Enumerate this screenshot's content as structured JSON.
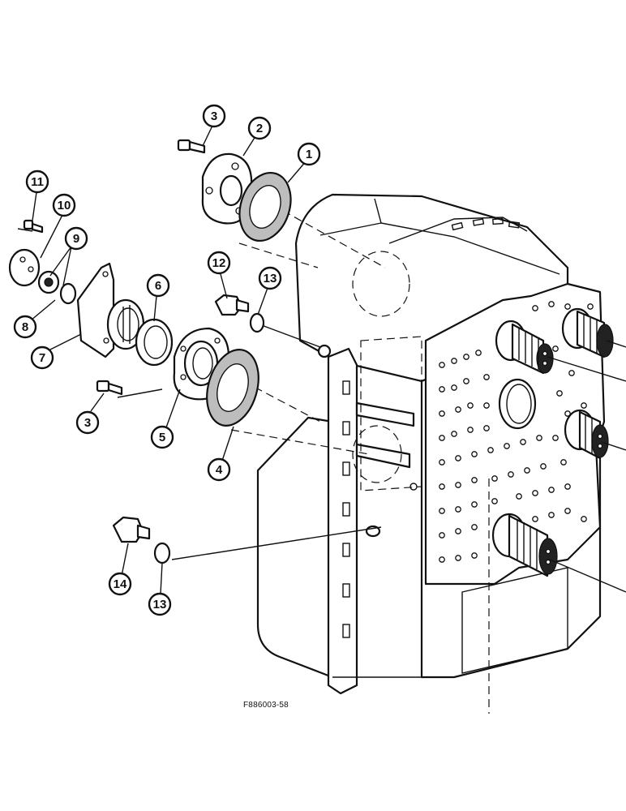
{
  "drawing": {
    "code": "F886003-58",
    "callouts": [
      {
        "id": "c1",
        "label": "1"
      },
      {
        "id": "c2",
        "label": "2"
      },
      {
        "id": "c3a",
        "label": "3"
      },
      {
        "id": "c3b",
        "label": "3"
      },
      {
        "id": "c4",
        "label": "4"
      },
      {
        "id": "c5",
        "label": "5"
      },
      {
        "id": "c6",
        "label": "6"
      },
      {
        "id": "c7",
        "label": "7"
      },
      {
        "id": "c8",
        "label": "8"
      },
      {
        "id": "c9",
        "label": "9"
      },
      {
        "id": "c10",
        "label": "10"
      },
      {
        "id": "c11",
        "label": "11"
      },
      {
        "id": "c12",
        "label": "12"
      },
      {
        "id": "c13a",
        "label": "13"
      },
      {
        "id": "c13b",
        "label": "13"
      },
      {
        "id": "c14",
        "label": "14"
      }
    ]
  },
  "colors": {
    "ink": "#111111",
    "gasket": "#bdbdbd",
    "background": "#ffffff"
  }
}
